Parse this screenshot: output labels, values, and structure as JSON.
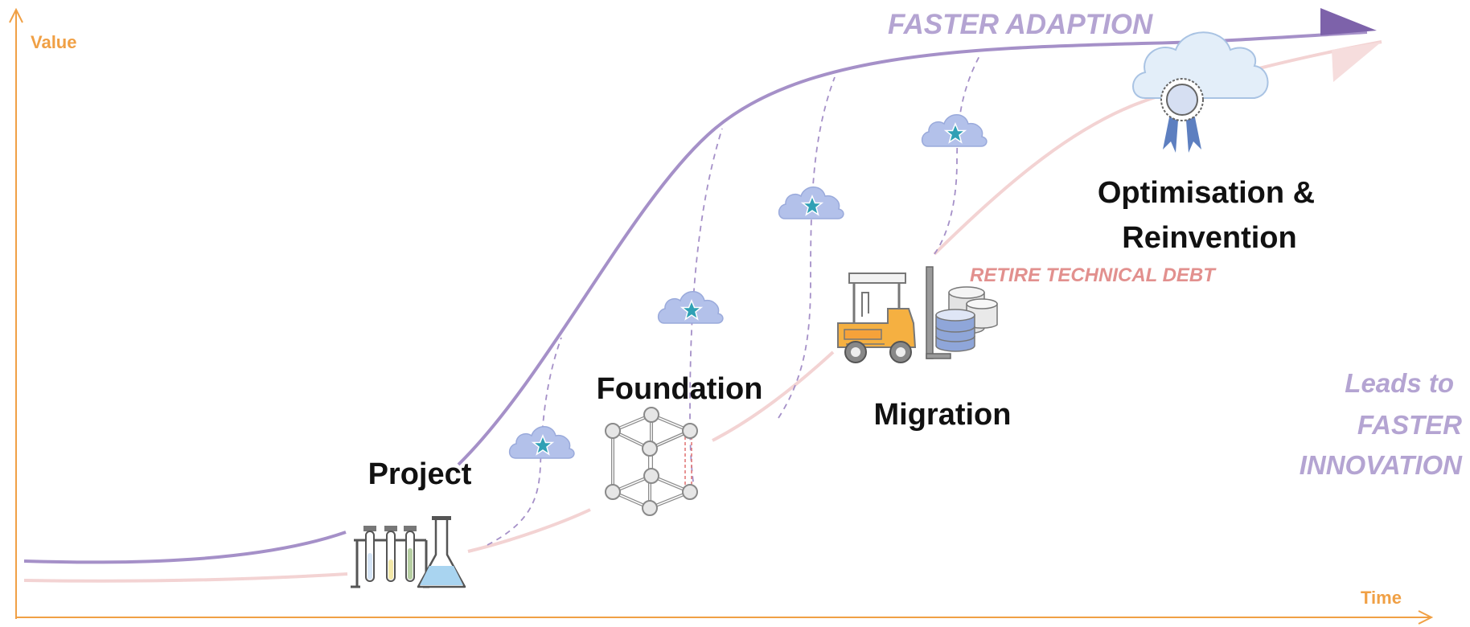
{
  "axes": {
    "y_label": "Value",
    "x_label": "Time",
    "color": "#f0a045"
  },
  "banner": {
    "faster_adaption": "FASTER ADAPTION",
    "retire_debt": "RETIRE TECHNICAL DEBT",
    "leads_line1": "Leads to",
    "leads_line2": "FASTER",
    "leads_line3": "INNOVATION"
  },
  "stages": {
    "project": "Project",
    "foundation": "Foundation",
    "migration": "Migration",
    "optimisation_line1": "Optimisation &",
    "optimisation_line2": "Reinvention"
  },
  "icons": {
    "project": "test-tubes-flask-icon",
    "foundation": "wireframe-cube-icon",
    "migration": "forklift-database-icon",
    "optimisation": "award-cloud-icon",
    "cloud_star": "cloud-star-icon"
  },
  "colors": {
    "purple_curve": "#a590c8",
    "pink_curve": "#f3d3d3",
    "purple_text": "#b4a4d2",
    "debt_text": "#e2908e",
    "cloud_fill": "#b3c1ea",
    "star_fill": "#2fa0b5"
  }
}
